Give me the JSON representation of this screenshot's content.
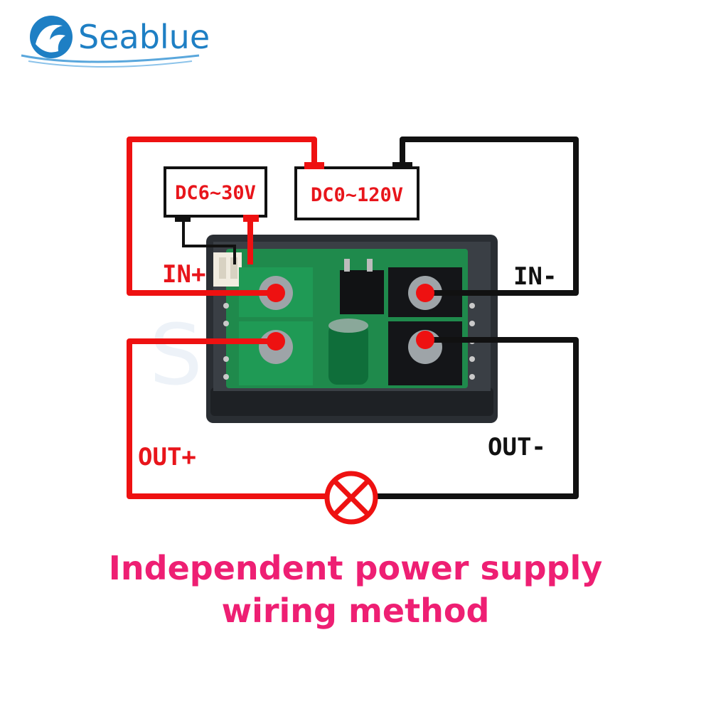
{
  "brand": {
    "name": "Seablue",
    "logo_icon": "wave-logo-icon",
    "color": "#1e7fc4"
  },
  "watermark": {
    "text": "Seablue"
  },
  "supplies": {
    "module_supply": "DC6~30V",
    "measured_supply": "DC0~120V"
  },
  "terminals": {
    "in_plus": "IN+",
    "in_minus": "IN-",
    "out_plus": "OUT+",
    "out_minus": "OUT-"
  },
  "load": {
    "icon": "lamp-load-icon"
  },
  "caption": {
    "line1": "Independent power supply",
    "line2": "wiring method",
    "color": "#ee1f73"
  },
  "colors": {
    "positive_wire": "#ee1111",
    "negative_wire": "#111111",
    "pcb": "#1f8a4c",
    "housing": "#2a2e33"
  }
}
